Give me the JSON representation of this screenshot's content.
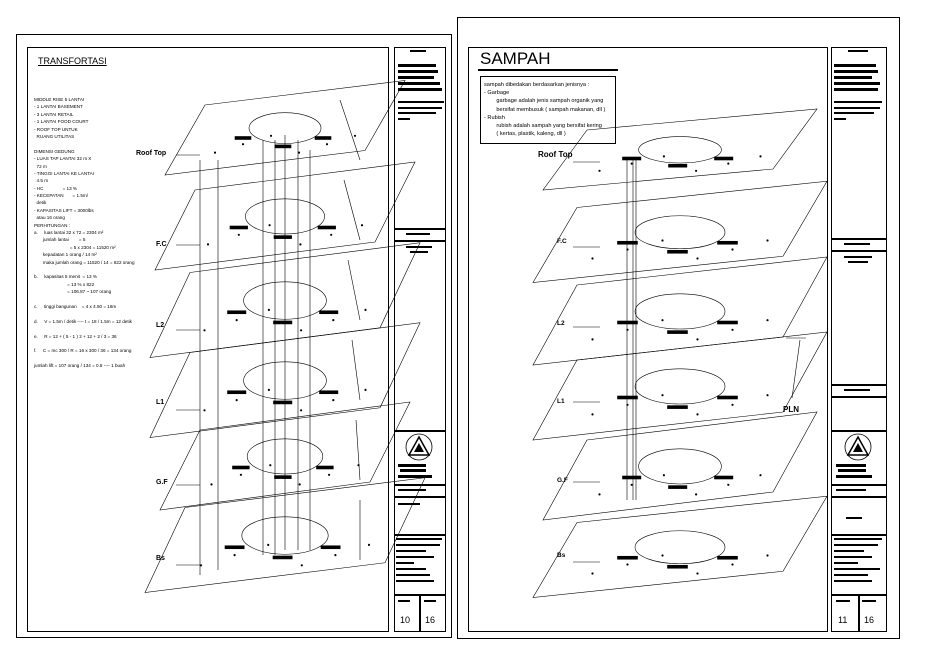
{
  "left_sheet": {
    "title": "TRANSFORTASI",
    "notes": [
      "MIDDLE RISE 5 LANTAI",
      "- 1 LANTAI BASEMENT",
      "- 3 LANTAI RETAIL",
      "- 1 LANTAI FOOD COURT",
      "- ROOF TOP UNTUK",
      "  RUANG UTILITAS",
      "",
      "DIMENSI GEDUNG",
      "- LUAS TAP LANTAI 32 m X",
      "  72 m",
      "- TINGGI LANTAI KE LANTAI",
      "  4.5 m",
      "- HC               = 13 %",
      "- KECEPATAN       = 1.5m/",
      "  detik",
      "- KAPASITAS LIFT = 3000lbs",
      "  atau 16 orang",
      "PERHITUNGAN :",
      "a.     luas lantai 32 x 72 = 2304 m²",
      "       jumlah lantai        = 5",
      "                            = 5 x 2304 = 11520 m²",
      "       kepadatan 1 orang / 14 m²",
      "       maka jumlah orang = 11520 / 14 = 822 orang",
      "",
      "b.     kapasitas 5 menit  = 13 %",
      "                          = 13 % x 822",
      "                          = 106.87 ~ 107 orang",
      "",
      "c.     tinggi bangunan    = 4 x 4.50 = 18m",
      "",
      "d.     V = 1.5m / detik ---- t = 18 / 1.5m = 12 detik",
      "",
      "e.     R = 12 + ( 5 - 1 ) 2 + 12 + 2 / 3 = 36",
      "",
      "f.     C = mc 300 / R = 16 x 300 / 36 = 134 orang",
      "",
      "jumlah lift = 107 orang / 134 = 0.8 ---- 1 buah"
    ],
    "levels": [
      "Roof Top",
      "F.C",
      "L2",
      "L1",
      "G.F",
      "Bs"
    ],
    "page_number": "10",
    "total_pages": "16"
  },
  "right_sheet": {
    "title": "SAMPAH",
    "note_lines": [
      "sampah dibedakan berdasarkan jenisnya :",
      "- Garbage",
      "        garbage adalah jenis sampah organik yang",
      "        bersifat membusuk ( sampah makanan, dll )",
      "- Rubish",
      "        rubish adalah sampah yang bersifat kering",
      "        ( kertas, plastik, kaleng, dll )"
    ],
    "levels": [
      "Roof Top",
      "F.C",
      "L2",
      "L1",
      "G.F",
      "Bs"
    ],
    "callout": "PLN",
    "page_number": "11",
    "total_pages": "16"
  }
}
